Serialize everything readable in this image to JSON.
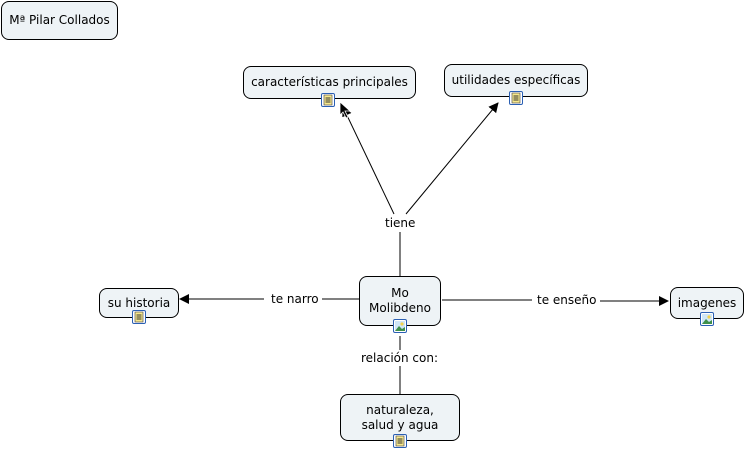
{
  "author": "Mª Pilar Collados",
  "nodes": {
    "center": "Mo Molibdeno",
    "caracteristicas": "características principales",
    "utilidades": "utilidades específicas",
    "historia": "su historia",
    "imagenes": "imagenes",
    "naturaleza": "naturaleza, salud y agua"
  },
  "links": {
    "tiene": "tiene",
    "te_narro": "te narro",
    "te_ensenio": "te enseño",
    "relacion": "relación con:"
  },
  "colors": {
    "node_fill": "#eef3f6",
    "resource_border": "#2a5fb3"
  }
}
